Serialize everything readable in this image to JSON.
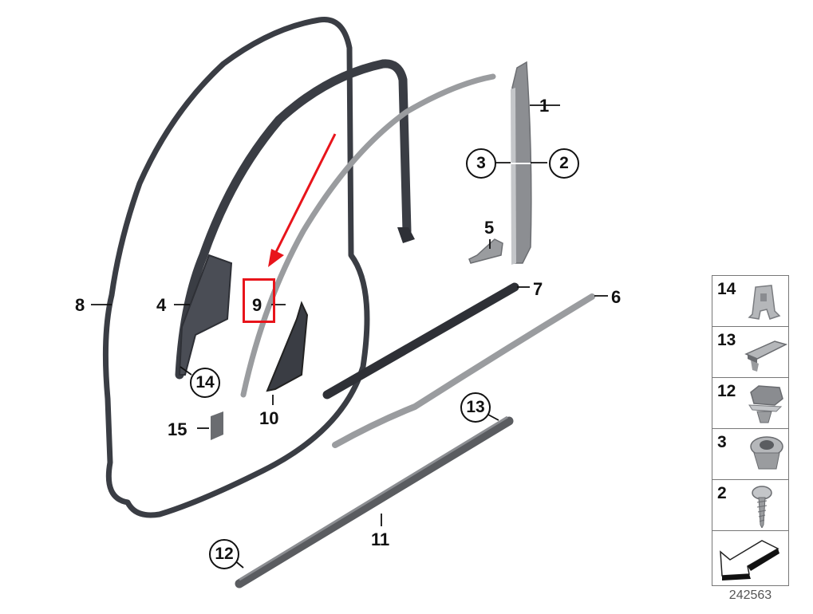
{
  "diagram": {
    "title": "Door weatherstrip and trim parts diagram",
    "diagram_number": "242563",
    "highlight_color": "#e8141b",
    "part_color_dark": "#3a3d44",
    "part_color_mid": "#8a8c90",
    "part_color_light": "#b5b7ba",
    "callouts": [
      {
        "id": "1",
        "label": "1",
        "circled": false
      },
      {
        "id": "2",
        "label": "2",
        "circled": true
      },
      {
        "id": "3",
        "label": "3",
        "circled": true
      },
      {
        "id": "4",
        "label": "4",
        "circled": false
      },
      {
        "id": "5",
        "label": "5",
        "circled": false
      },
      {
        "id": "6",
        "label": "6",
        "circled": false
      },
      {
        "id": "7",
        "label": "7",
        "circled": false
      },
      {
        "id": "8",
        "label": "8",
        "circled": false
      },
      {
        "id": "9",
        "label": "9",
        "circled": false,
        "highlighted": true
      },
      {
        "id": "10",
        "label": "10",
        "circled": false
      },
      {
        "id": "11",
        "label": "11",
        "circled": false
      },
      {
        "id": "12",
        "label": "12",
        "circled": true
      },
      {
        "id": "13",
        "label": "13",
        "circled": true
      },
      {
        "id": "14",
        "label": "14",
        "circled": true
      },
      {
        "id": "15",
        "label": "15",
        "circled": false
      }
    ],
    "annotation": {
      "type": "red-arrow",
      "points_to": "9",
      "color": "#e8141b"
    },
    "legend": {
      "items": [
        {
          "number": "14",
          "icon": "clip-spring-icon"
        },
        {
          "number": "13",
          "icon": "clip-slide-icon"
        },
        {
          "number": "12",
          "icon": "clip-square-icon"
        },
        {
          "number": "3",
          "icon": "expanding-nut-icon"
        },
        {
          "number": "2",
          "icon": "screw-icon"
        },
        {
          "number": "",
          "icon": "direction-arrow-icon"
        }
      ]
    }
  }
}
